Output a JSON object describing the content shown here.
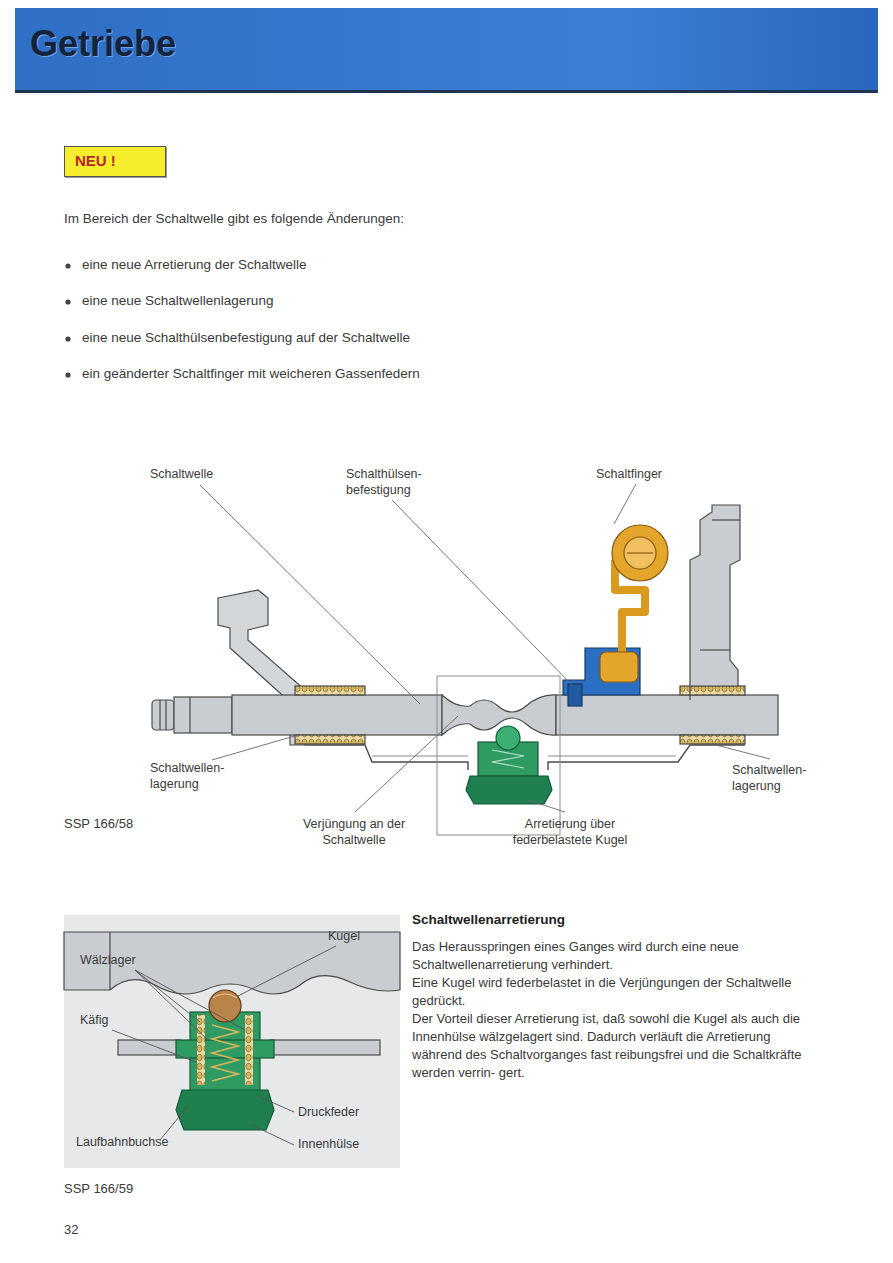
{
  "diagram": {
    "title": "Getriebe",
    "nodes": [
      {
        "text": [
          "NEU !"
        ]
      }
    ],
    "labels": [
      "Im Bereich der Schaltwelle gibt es folgende Änderungen:",
      "eine neue Arretierung der Schaltwelle",
      "eine neue Schaltwellenlagerung",
      "eine neue Schalthülsenbefestigung auf der Schaltwelle",
      "ein geänderter Schaltfinger mit weicheren Gassenfedern",
      "Schaltwelle",
      "Schalthülsen- befestigung",
      "Schaltfinger",
      "Schaltwellen- lagerung",
      "Schaltwellen- lagerung",
      "SSP 166/58",
      "Verjüngung an der Schaltwelle",
      "Arretierung über federbelastete Kugel",
      "Kugel",
      "Wälzlager",
      "Käfig",
      "Druckfeder",
      "Laufbahnbuchse",
      "Innenhülse",
      "SSP 166/59",
      "Schaltwellenarretierung",
      "Das Herausspringen eines Ganges wird durch eine neue Schaltwellenarretierung verhindert.",
      "Eine Kugel wird federbelastet in die Verjüngungen der Schaltwelle gedrückt.",
      "Der Vorteil dieser Arretierung ist, daß sowohl die Kugel als auch die Innenhülse wälzgelagert sind. Dadurch verläuft die Arretierung während des Schaltvorganges fast reibungsfrei und die Schaltkräfte werden verrin- gert.",
      "32"
    ]
  }
}
